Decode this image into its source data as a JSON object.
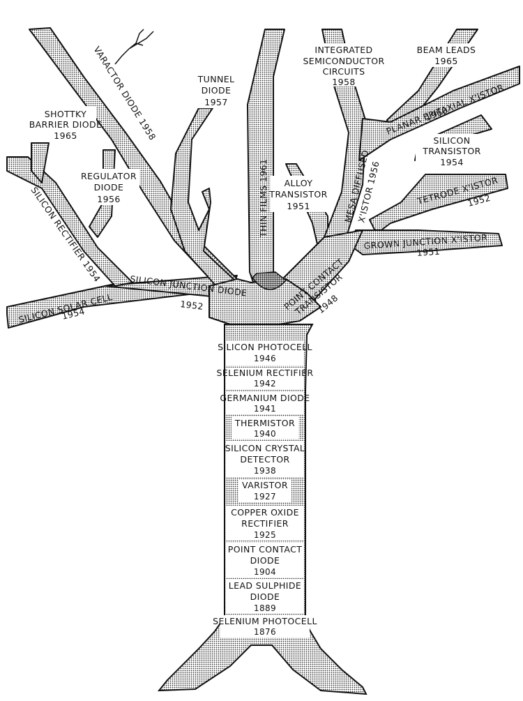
{
  "trunk": [
    {
      "name": "SILICON PHOTOCELL",
      "year": "1946"
    },
    {
      "name": "SELENIUM RECTIFIER",
      "year": "1942"
    },
    {
      "name": "GERMANIUM DIODE",
      "year": "1941"
    },
    {
      "name": "THERMISTOR",
      "year": "1940"
    },
    {
      "name": "SILICON CRYSTAL",
      "name2": "DETECTOR",
      "year": "1938"
    },
    {
      "name": "VARISTOR",
      "year": "1927"
    },
    {
      "name": "COPPER OXIDE",
      "name2": "RECTIFIER",
      "year": "1925"
    },
    {
      "name": "POINT CONTACT",
      "name2": "DIODE",
      "year": "1904"
    },
    {
      "name": "LEAD SULPHIDE",
      "name2": "DIODE",
      "year": "1889"
    },
    {
      "name": "SELENIUM PHOTOCELL",
      "year": "1876"
    }
  ],
  "branches": {
    "shottky": {
      "l1": "SHOTTKY",
      "l2": "BARRIER DIODE",
      "year": "1965"
    },
    "regulator": {
      "l1": "REGULATOR",
      "l2": "DIODE",
      "year": "1956"
    },
    "tunnel": {
      "l1": "TUNNEL",
      "l2": "DIODE",
      "year": "1957"
    },
    "alloy": {
      "l1": "ALLOY",
      "l2": "TRANSISTOR",
      "year": "1951"
    },
    "integrated": {
      "l1": "INTEGRATED",
      "l2": "SEMICONDUCTOR",
      "l3": "CIRCUITS",
      "year": "1958"
    },
    "beam": {
      "l1": "BEAM LEADS",
      "year": "1965"
    },
    "silicon_transistor": {
      "l1": "SILICON",
      "l2": "TRANSISTOR",
      "year": "1954"
    },
    "varactor": {
      "text": "VARACTOR DIODE 1958"
    },
    "thin_films": {
      "text": "THIN FILMS 1961"
    },
    "mesa": {
      "l1": "MESA DIFFUSED",
      "l2": "X'ISTOR 1956"
    },
    "planar": {
      "l1": "PLANAR EPITAXIAL X'ISTOR",
      "year": "1960"
    },
    "tetrode": {
      "l1": "TETRODE X'ISTOR",
      "year": "1952"
    },
    "grown": {
      "l1": "GROWN JUNCTION X'ISTOR",
      "year": "1951"
    },
    "silicon_rectifier": {
      "text": "SILICON RECTIFIER 1954"
    },
    "silicon_junction": {
      "l1": "SILICON JUNCTION DIODE",
      "year": "1952"
    },
    "solar": {
      "l1": "SILICON SOLAR CELL",
      "year": "1954"
    },
    "point_contact_transistor": {
      "l1": "POINT CONTACT",
      "l2": "TRANSISTOR",
      "year": "1948"
    }
  }
}
